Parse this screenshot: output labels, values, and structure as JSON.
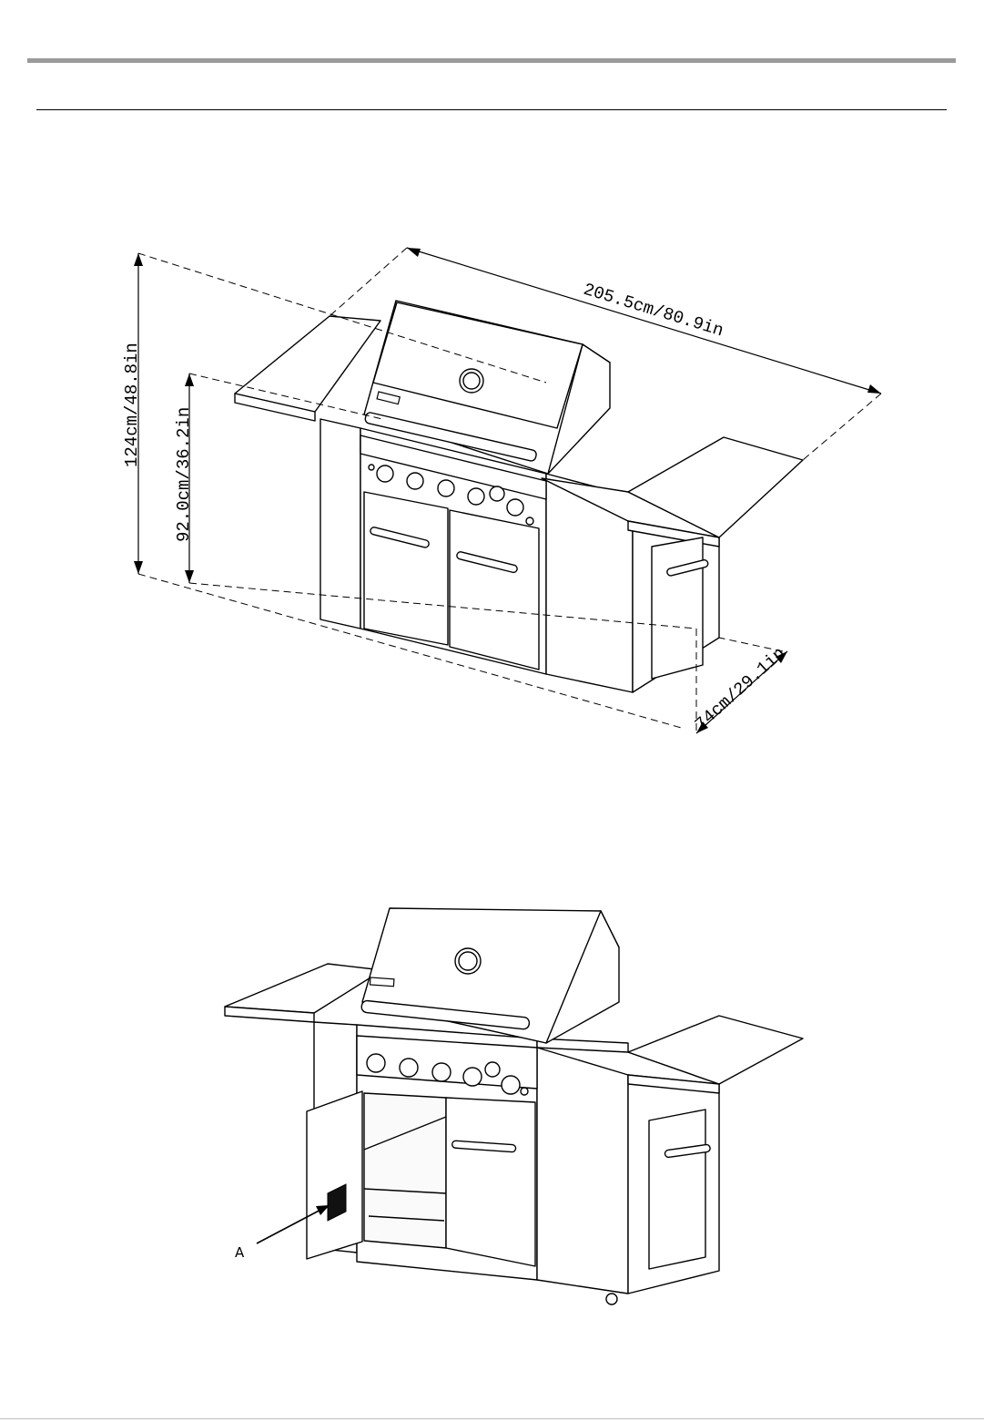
{
  "figure1": {
    "dimensions": {
      "width": "205.5cm/80.9in",
      "overall_height": "124cm/48.8in",
      "counter_height": "92.0cm/36.2in",
      "depth": "74cm/29.1in"
    }
  },
  "figure2": {
    "callout": "A"
  }
}
